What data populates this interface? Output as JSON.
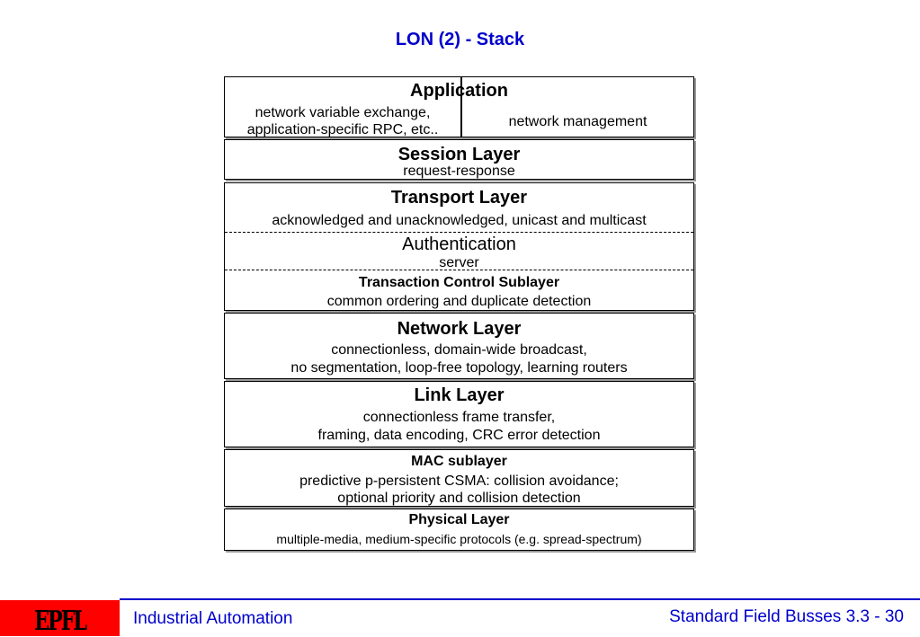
{
  "title": "LON (2) - Stack",
  "application": {
    "title": "Application",
    "left_line1": "network variable exchange,",
    "left_line2": "application-specific RPC, etc..",
    "right": "network management"
  },
  "session": {
    "title": "Session Layer",
    "desc": "request-response"
  },
  "transport": {
    "title": "Transport Layer",
    "desc": "acknowledged and unacknowledged, unicast and multicast",
    "auth_title": "Authentication",
    "auth_desc": "server",
    "tcs_title": "Transaction Control Sublayer",
    "tcs_desc": "common ordering and duplicate detection"
  },
  "network": {
    "title": "Network Layer",
    "line1": "connectionless, domain-wide broadcast,",
    "line2": "no segmentation, loop-free topology, learning routers"
  },
  "link": {
    "title": "Link Layer",
    "line1": "connectionless frame transfer,",
    "line2": "framing, data encoding, CRC error detection"
  },
  "mac": {
    "title": "MAC sublayer",
    "line1": "predictive p-persistent CSMA: collision avoidance;",
    "line2": "optional priority and collision detection"
  },
  "physical": {
    "title": "Physical Layer",
    "desc": "multiple-media, medium-specific protocols (e.g. spread-spectrum)"
  },
  "footer": {
    "logo": "EPFL",
    "left": "Industrial Automation",
    "right": "Standard Field Busses 3.3 - 30"
  },
  "colors": {
    "accent": "#0000cc",
    "logo_bg": "#ff0000"
  }
}
